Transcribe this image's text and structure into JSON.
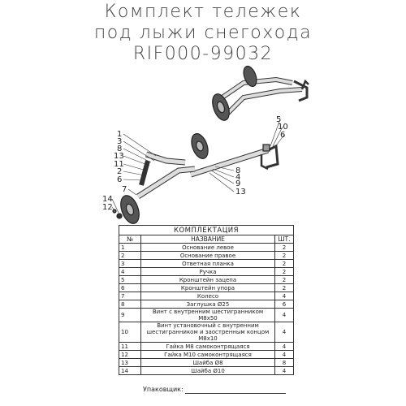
{
  "title": {
    "line1": "Комплект тележек",
    "line2": "под лыжи снегохода",
    "line3": "RIF000-99032"
  },
  "callouts": [
    "1",
    "2",
    "3",
    "4",
    "5",
    "6",
    "7",
    "8",
    "9",
    "10",
    "11",
    "12",
    "13",
    "14"
  ],
  "table": {
    "caption": "КОМПЛЕКТАЦИЯ",
    "headers": {
      "num": "№",
      "name": "НАЗВАНИЕ",
      "qty": "ШТ."
    },
    "rows": [
      {
        "num": "1",
        "name": "Основание левое",
        "qty": "2"
      },
      {
        "num": "2",
        "name": "Основание правое",
        "qty": "2"
      },
      {
        "num": "3",
        "name": "Ответная планка",
        "qty": "2"
      },
      {
        "num": "4",
        "name": "Ручка",
        "qty": "2"
      },
      {
        "num": "5",
        "name": "Кронштейн зацепа",
        "qty": "2"
      },
      {
        "num": "6",
        "name": "Кронштейн упора",
        "qty": "2"
      },
      {
        "num": "7",
        "name": "Колесо",
        "qty": "4"
      },
      {
        "num": "8",
        "name": "Заглушка Ø25",
        "qty": "6"
      },
      {
        "num": "9",
        "name": "Винт с внутренним шестигранником М8х50",
        "qty": "4"
      },
      {
        "num": "10",
        "name": "Винт установочный с внутренним шестигранником и заостренным концом М8х10",
        "qty": "4"
      },
      {
        "num": "11",
        "name": "Гайка М8 самоконтрящаяся",
        "qty": "4"
      },
      {
        "num": "12",
        "name": "Гайка М10 самоконтрящаяся",
        "qty": "4"
      },
      {
        "num": "13",
        "name": "Шайба Ø8",
        "qty": "8"
      },
      {
        "num": "14",
        "name": "Шайба Ø10",
        "qty": "4"
      }
    ]
  },
  "packer_label": "Упаковщик:"
}
